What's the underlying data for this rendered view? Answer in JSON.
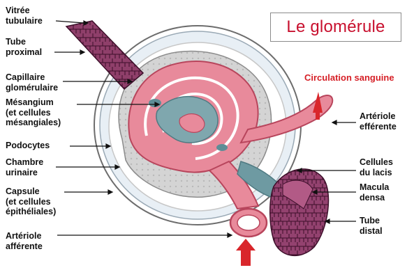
{
  "title": "Le glomérule",
  "circulation_label": "Circulation sanguine",
  "colors": {
    "title": "#c8102e",
    "circulation": "#d61f26",
    "vessel": "#e7899a",
    "vessel_dark": "#b8455c",
    "mesangium": "#7fa7ae",
    "podocyte": "#d8d8d8",
    "capsule": "#dde8f0",
    "tubule": "#8f3f6a",
    "arrow": "#d9262b"
  },
  "labels": {
    "vitree_tubulaire": "Vitrée\ntubulaire",
    "tube_proximal": "Tube\nproximal",
    "capillaire_glomerulaire": "Capillaire\nglomérulaire",
    "mesangium": "Mésangium\n(et cellules\nmésangiales)",
    "podocytes": "Podocytes",
    "chambre_urinaire": "Chambre\nurinaire",
    "capsule": "Capsule\n(et cellules\népithéliales)",
    "arteriole_afferente": "Artériole\nafférente",
    "arteriole_efferente": "Artériole\nefférente",
    "cellules_du_lacis": "Cellules\ndu lacis",
    "macula_densa": "Macula\ndensa",
    "tube_distal": "Tube\ndistal"
  }
}
